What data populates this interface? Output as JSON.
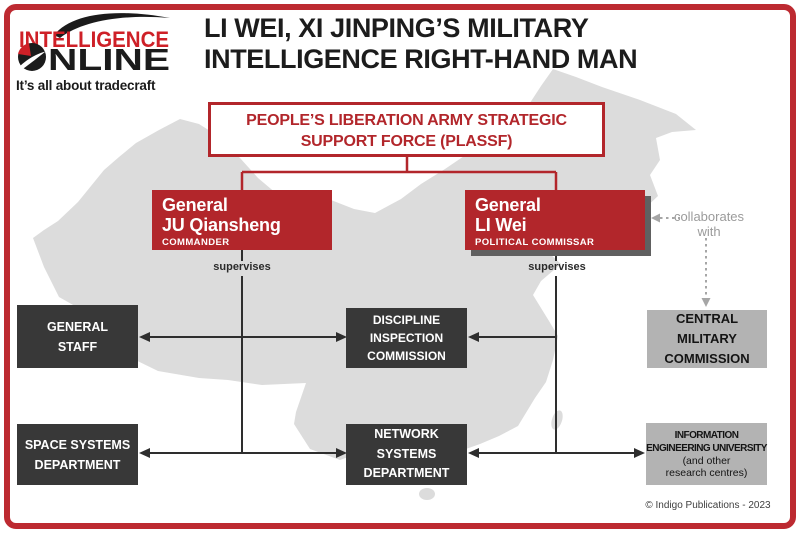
{
  "brand": {
    "name_top": "INTELLIGENCE",
    "name_bottom_after_o": "NLINE",
    "tagline": "It’s all about tradecraft"
  },
  "header": {
    "title_line1": "LI WEI, XI JINPING’S MILITARY",
    "title_line2": "INTELLIGENCE RIGHT-HAND MAN"
  },
  "orgchart": {
    "root": {
      "line1": "PEOPLE’S LIBERATION ARMY STRATEGIC",
      "line2": "SUPPORT FORCE (PLASSF)"
    },
    "commander": {
      "rank": "General",
      "name": "JU Qiansheng",
      "role": "COMMANDER"
    },
    "commissar": {
      "rank": "General",
      "name": "LI Wei",
      "role": "POLITICAL COMMISSAR"
    },
    "supervises_left": "supervises",
    "supervises_right": "supervises",
    "collaborates": "collaborates with",
    "general_staff": "GENERAL STAFF",
    "discipline_inspection": "DISCIPLINE INSPECTION COMMISSION",
    "central_military_commission": "CENTRAL MILITARY COMMISSION",
    "space_systems": "SPACE SYSTEMS DEPARTMENT",
    "network_systems": "NETWORK SYSTEMS DEPARTMENT",
    "ieu_line1": "INFORMATION",
    "ieu_line2": "ENGINEERING UNIVERSITY",
    "ieu_note_line1": "(and other",
    "ieu_note_line2": "research centres)"
  },
  "footer": {
    "copyright": "© Indigo Publications - 2023"
  },
  "colors": {
    "brand_red": "#ce2027",
    "box_red": "#b2262b",
    "frame_red": "#bd2a31",
    "dark_box": "#383838",
    "gray_box": "#b3b3b3",
    "map_gray": "#dcdcdc",
    "line_dark": "#2e2e2e",
    "dotted_gray": "#a6a6a6",
    "shadow_gray": "#606060"
  }
}
